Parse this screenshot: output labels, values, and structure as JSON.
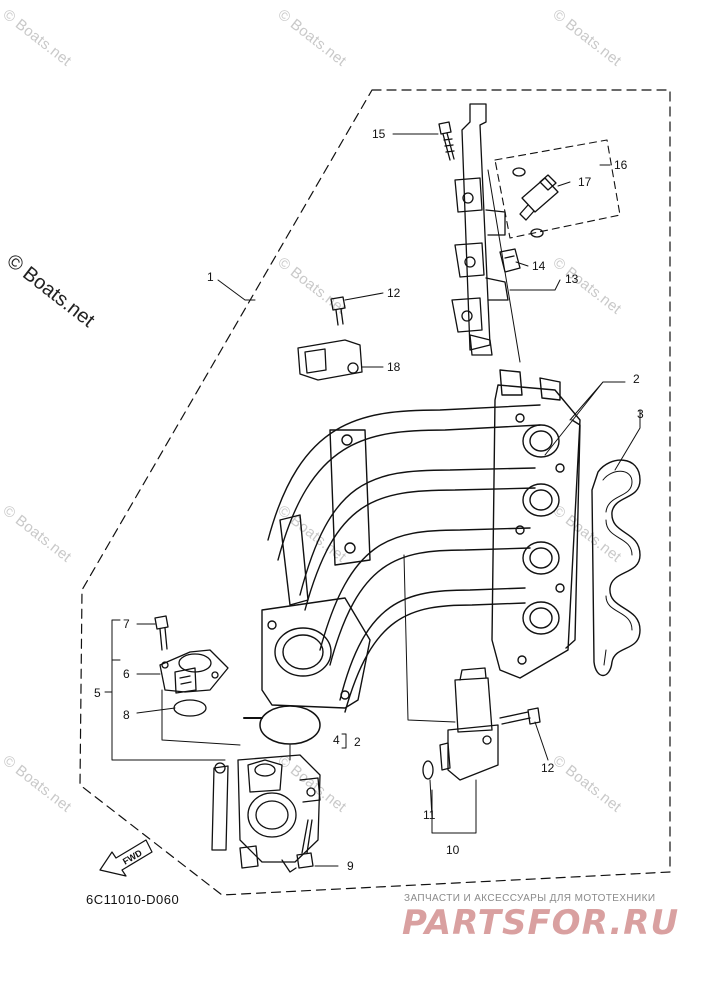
{
  "watermark": "© Boats.net",
  "copyright_side": "© Boats.net",
  "diagram_code": "6C11010-D060",
  "fwd_label": "FWD",
  "store": {
    "tagline": "ЗАПЧАСТИ И АКСЕССУАРЫ ДЛЯ МОТОТЕХНИКИ",
    "logo": "PARTSFOR.RU"
  },
  "callouts": {
    "c1": "1",
    "c2a": "2",
    "c2b": "2",
    "c3": "3",
    "c4": "4",
    "c5": "5",
    "c6": "6",
    "c7": "7",
    "c8": "8",
    "c9": "9",
    "c10": "10",
    "c11": "11",
    "c12a": "12",
    "c12b": "12",
    "c13": "13",
    "c14": "14",
    "c15": "15",
    "c16": "16",
    "c17": "17",
    "c18": "18"
  }
}
